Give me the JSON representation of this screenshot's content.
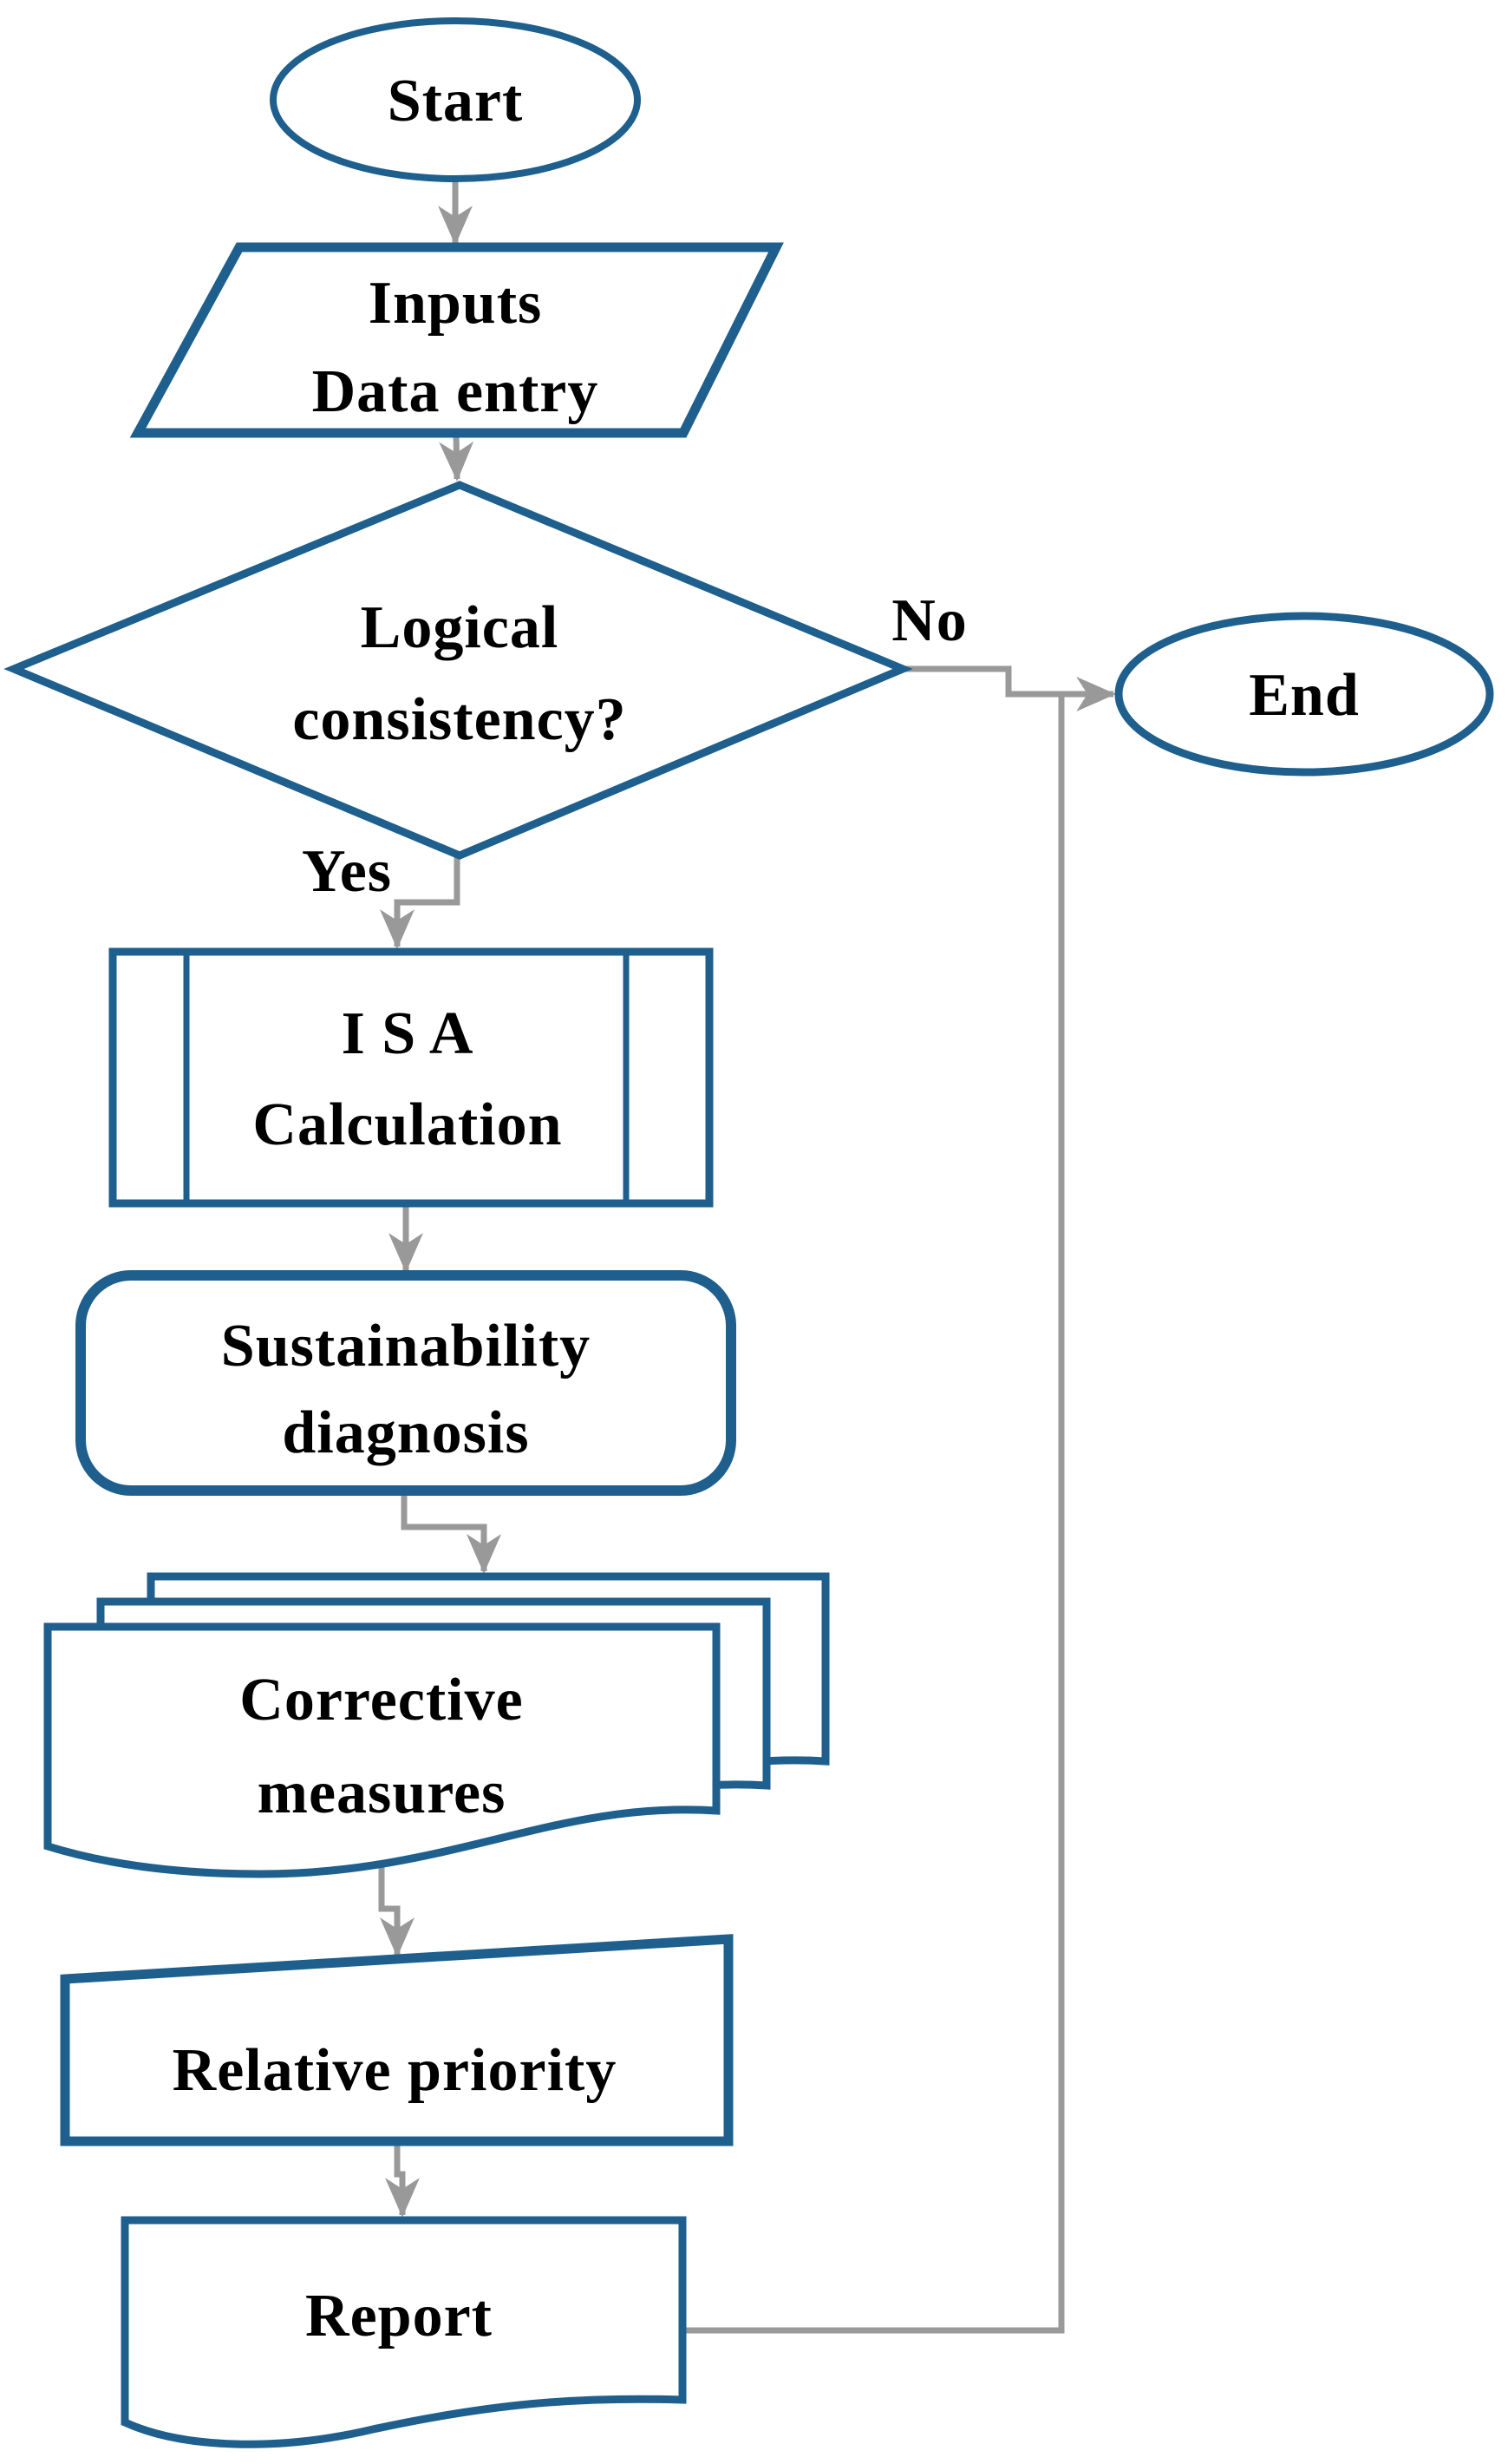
{
  "diagram": {
    "type": "flowchart",
    "background": "#ffffff"
  },
  "colors": {
    "shape_stroke": "#1e5f8d",
    "connector": "#999999",
    "text": "#000000"
  },
  "nodes": {
    "start": {
      "shape": "terminator-ellipse",
      "label": "Start"
    },
    "inputs": {
      "shape": "parallelogram-data",
      "line1": "Inputs",
      "line2": "Data entry"
    },
    "decision": {
      "shape": "diamond-decision",
      "line1": "Logical",
      "line2": "consistency?"
    },
    "isa": {
      "shape": "predefined-process",
      "line1": "I S A",
      "line2": "Calculation"
    },
    "diagnosis": {
      "shape": "rounded-process",
      "line1": "Sustainability",
      "line2": "diagnosis"
    },
    "corrective": {
      "shape": "multi-document",
      "line1": "Corrective",
      "line2": "measures"
    },
    "priority": {
      "shape": "manual-input",
      "label": "Relative priority"
    },
    "report": {
      "shape": "document",
      "label": "Report"
    },
    "end": {
      "shape": "terminator-ellipse",
      "label": "End"
    }
  },
  "edges": {
    "yes_label": "Yes",
    "no_label": "No"
  }
}
